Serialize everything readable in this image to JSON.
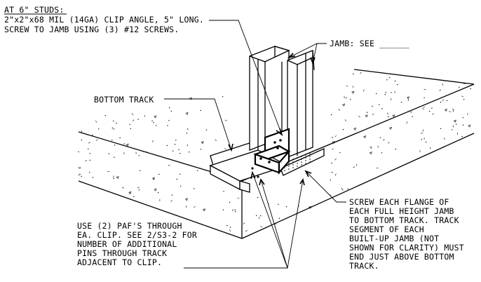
{
  "notes": {
    "studs_heading": "AT 6\" STUDS:",
    "clip_line_1": "2\"x2\"x68 MIL (14GA) CLIP ANGLE, 5\" LONG.",
    "clip_line_2": "SCREW TO JAMB USING (3) #12 SCREWS.",
    "jamb": "JAMB: SEE ______",
    "bottom_track": "BOTTOM TRACK",
    "screw_flange": [
      "SCREW EACH FLANGE OF",
      "EACH FULL HEIGHT JAMB",
      "TO BOTTOM TRACK. TRACK",
      "SEGMENT OF EACH",
      "BUILT-UP JAMB (NOT",
      "SHOWN FOR CLARITY) MUST",
      "END JUST ABOVE BOTTOM",
      "TRACK."
    ],
    "paf": [
      "USE (2) PAF'S THROUGH",
      "EA. CLIP. SEE 2/S3-2 FOR",
      "NUMBER OF ADDITIONAL",
      "PINS THROUGH TRACK",
      "ADJACENT TO CLIP."
    ]
  },
  "colors": {
    "ink": "#000000",
    "background": "#ffffff"
  }
}
